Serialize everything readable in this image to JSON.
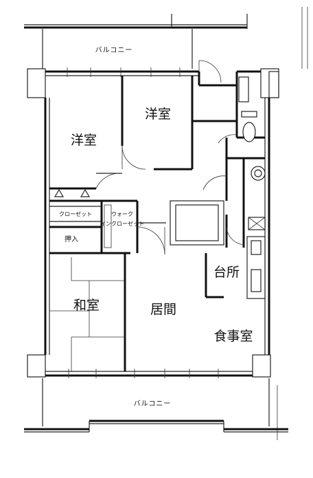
{
  "balconies": {
    "top": "バルコニー",
    "bottom": "バルコニー"
  },
  "rooms": {
    "western_left": "洋室",
    "western_right": "洋室",
    "japanese": "和室",
    "living": "居間",
    "dining": "食事室",
    "kitchen": "台所"
  },
  "storage": {
    "closet": "クローゼット",
    "oshiire": "押入",
    "walk_in_closet_line1": "ウォーク",
    "walk_in_closet_line2": "インクローゼット"
  }
}
